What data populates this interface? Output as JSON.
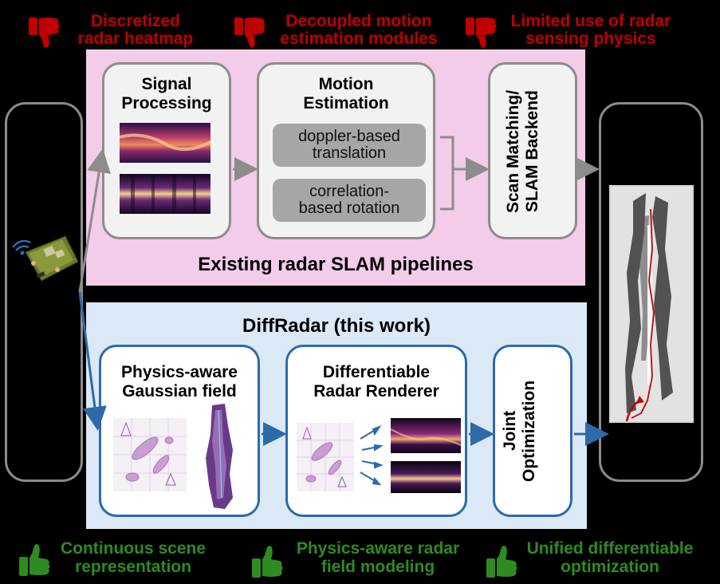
{
  "top_drawbacks": [
    {
      "line1": "Discretized",
      "line2": "radar heatmap"
    },
    {
      "line1": "Decoupled motion",
      "line2": "estimation modules"
    },
    {
      "line1": "Limited use of radar",
      "line2": "sensing physics"
    }
  ],
  "existing": {
    "title": "Existing radar SLAM pipelines",
    "signal_processing": {
      "line1": "Signal",
      "line2": "Processing"
    },
    "motion_estimation": {
      "line1": "Motion",
      "line2": "Estimation",
      "doppler": {
        "line1": "doppler-based",
        "line2": "translation"
      },
      "correlation": {
        "line1": "correlation-",
        "line2": "based rotation"
      }
    },
    "backend": {
      "line1": "Scan Matching/",
      "line2": "SLAM Backend"
    }
  },
  "diffradar": {
    "title": "DiffRadar (this work)",
    "gaussian": {
      "line1": "Physics-aware",
      "line2": "Gaussian field"
    },
    "renderer": {
      "line1": "Differentiable",
      "line2": "Radar Renderer"
    },
    "joint": {
      "line1": "Joint",
      "line2": "Optimization"
    }
  },
  "bottom_benefits": [
    {
      "line1": "Continuous scene",
      "line2": "representation"
    },
    {
      "line1": "Physics-aware radar",
      "line2": "field modeling"
    },
    {
      "line1": "Unified differentiable",
      "line2": "optimization"
    }
  ],
  "colors": {
    "drawback": "#c00000",
    "benefit": "#2e8b22",
    "pink_panel": "#f2cce8",
    "blue_panel": "#dbe8f6",
    "blue_border": "#2e6aa8",
    "gray_border": "#8c8c8c"
  },
  "icons": [
    "thumbs-down-icon",
    "thumbs-up-icon",
    "radar-device-icon",
    "wifi-icon"
  ]
}
